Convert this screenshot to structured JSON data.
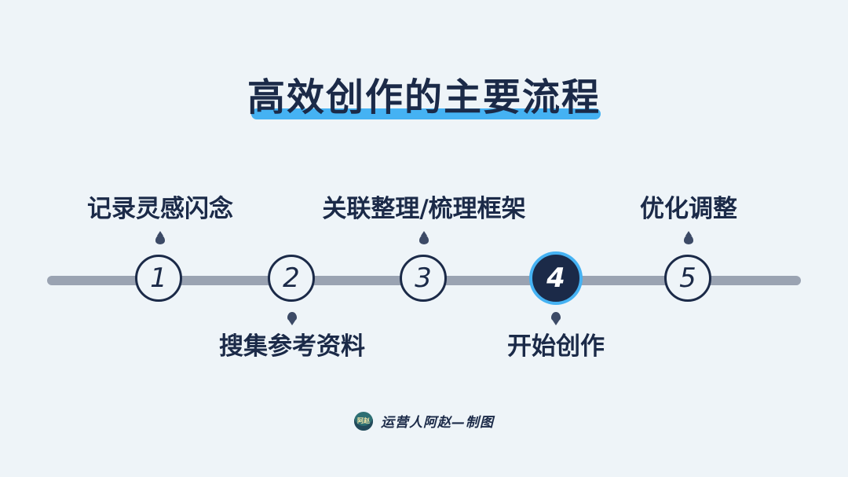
{
  "title": "高效创作的主要流程",
  "colors": {
    "background": "#eef4f8",
    "primary": "#1b2a48",
    "accent": "#45b2f3",
    "bar": "#9aa3b2"
  },
  "steps": [
    {
      "number": "1",
      "label": "记录灵感闪念",
      "position": "above",
      "active": false
    },
    {
      "number": "2",
      "label": "搜集参考资料",
      "position": "below",
      "active": false
    },
    {
      "number": "3",
      "label": "关联整理/梳理框架",
      "position": "above",
      "active": false
    },
    {
      "number": "4",
      "label": "开始创作",
      "position": "below",
      "active": true
    },
    {
      "number": "5",
      "label": "优化调整",
      "position": "above",
      "active": false
    }
  ],
  "credit": {
    "logo_text": "阿赵",
    "text": "运营人阿赵—制图"
  }
}
